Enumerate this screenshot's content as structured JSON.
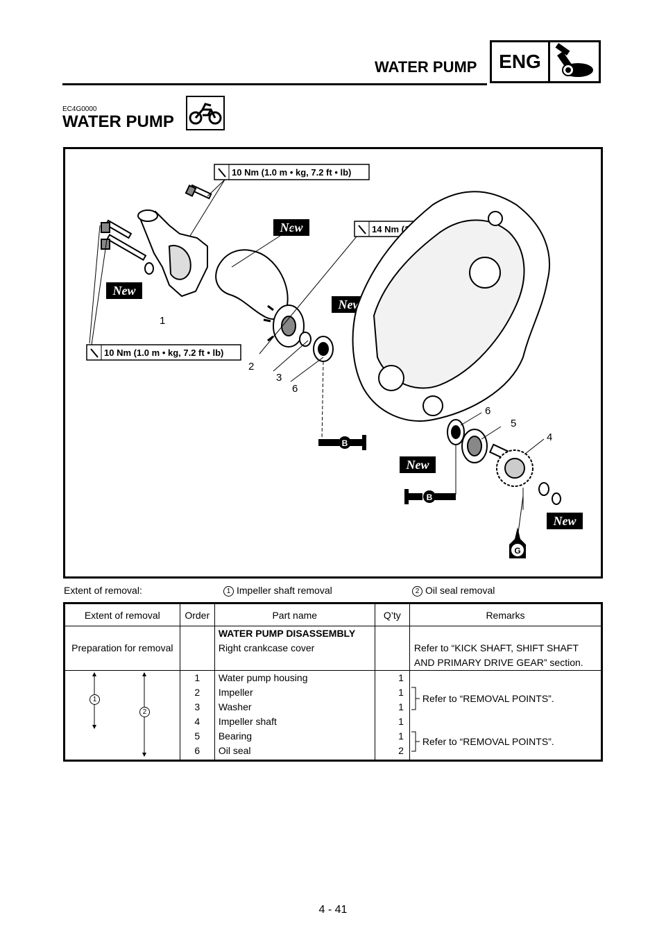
{
  "header": {
    "title": "WATER PUMP",
    "badge": "ENG"
  },
  "section": {
    "code": "EC4G0000",
    "title": "WATER PUMP"
  },
  "diagram": {
    "torque_top": "10 Nm (1.0 m • kg, 7.2 ft • lb)",
    "torque_mid": "14 Nm (1.4 m • kg, 10 ft • lb)",
    "torque_left": "10 Nm (1.0 m • kg, 7.2 ft • lb)",
    "new_label": "New",
    "grease_B": "B",
    "grease_G": "G",
    "callouts": [
      "1",
      "2",
      "3",
      "6",
      "6",
      "5",
      "4"
    ]
  },
  "extent": {
    "label": "Extent of removal:",
    "item1_num": "1",
    "item1": "Impeller shaft removal",
    "item2_num": "2",
    "item2": "Oil seal removal"
  },
  "table": {
    "headers": [
      "Extent of removal",
      "Order",
      "Part name",
      "Q’ty",
      "Remarks"
    ],
    "section_heading": "WATER PUMP DISASSEMBLY",
    "prep": {
      "extent": "Preparation for removal",
      "part": "Right crankcase cover",
      "remarks_line1": "Refer to “KICK SHAFT, SHIFT SHAFT",
      "remarks_line2": "AND PRIMARY DRIVE GEAR” section."
    },
    "rows": [
      {
        "order": "1",
        "part": "Water pump housing",
        "qty": "1"
      },
      {
        "order": "2",
        "part": "Impeller",
        "qty": "1"
      },
      {
        "order": "3",
        "part": "Washer",
        "qty": "1"
      },
      {
        "order": "4",
        "part": "Impeller shaft",
        "qty": "1"
      },
      {
        "order": "5",
        "part": "Bearing",
        "qty": "1"
      },
      {
        "order": "6",
        "part": "Oil seal",
        "qty": "2"
      }
    ],
    "remark_group1": "Refer to “REMOVAL POINTS”.",
    "remark_group2": "Refer to “REMOVAL POINTS”.",
    "extent_mark1": "1",
    "extent_mark2": "2"
  },
  "footer": {
    "page": "4 - 41"
  }
}
